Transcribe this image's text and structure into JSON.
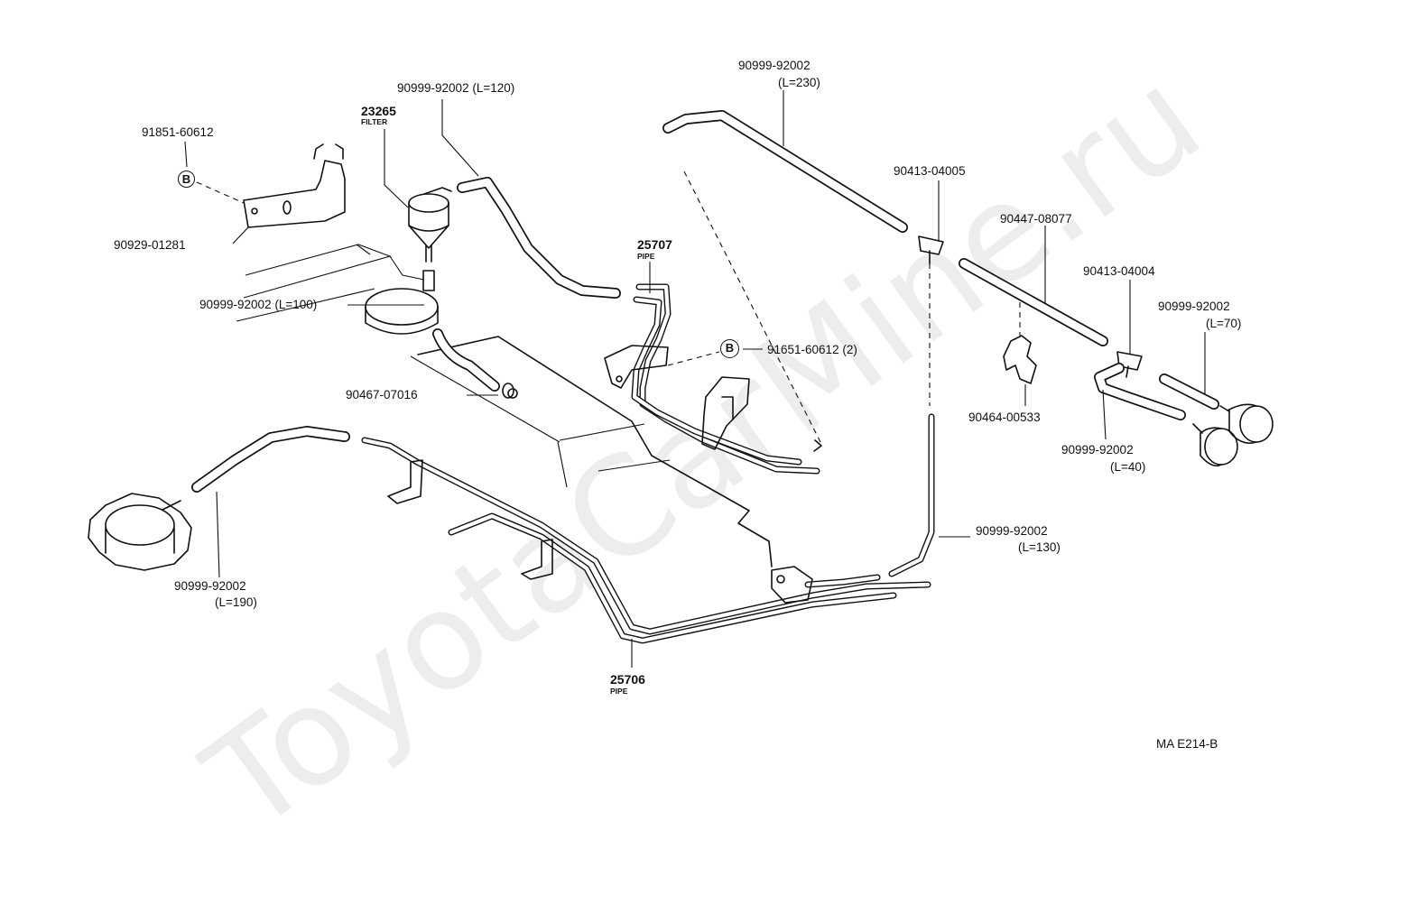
{
  "watermark": "ToyotaCarMine.ru",
  "diagram_code": "MA E214-B",
  "callouts": {
    "p91851": "91851-60612",
    "b_marker": "B",
    "p90929": "90929-01281",
    "p23265": "23265",
    "p23265_sub": "FILTER",
    "p90999_120": "90999-92002 (L=120)",
    "p90999_100": "90999-92002 (L=100)",
    "p90467": "90467-07016",
    "p90999_190_a": "90999-92002",
    "p90999_190_b": "(L=190)",
    "p25707": "25707",
    "p25707_sub": "PIPE",
    "b_marker_2": "B",
    "p91651": "91651-60612 (2)",
    "p25706": "25706",
    "p25706_sub": "PIPE",
    "p90999_230_a": "90999-92002",
    "p90999_230_b": "(L=230)",
    "p90413_04005": "90413-04005",
    "p90447": "90447-08077",
    "p90413_04004": "90413-04004",
    "p90999_70_a": "90999-92002",
    "p90999_70_b": "(L=70)",
    "p90464": "90464-00533",
    "p90999_40_a": "90999-92002",
    "p90999_40_b": "(L=40)",
    "p90999_130_a": "90999-92002",
    "p90999_130_b": "(L=130)"
  }
}
